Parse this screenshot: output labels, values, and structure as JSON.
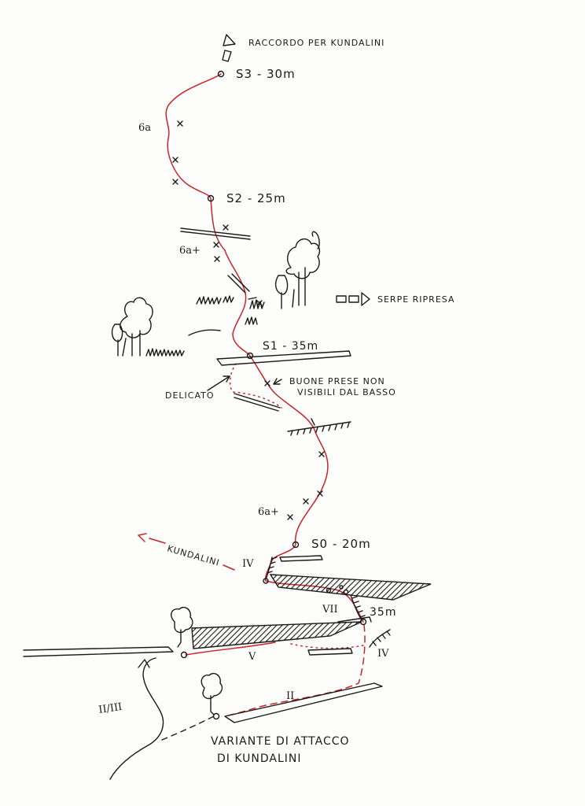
{
  "colors": {
    "ink": "#1a1a1a",
    "route": "#c8242b",
    "paper": "#fdfdfb"
  },
  "labels": {
    "link_kundalini": "RACCORDO PER KUNDALINI",
    "s3": "S3 - 30m",
    "s2": "S2 - 25m",
    "s1": "S1 - 35m",
    "s0": "S0 - 20m",
    "serpe": "SERPE RIPRESA",
    "buone_1": "BUONE PRESE NON",
    "buone_2": "VISIBILI DAL BASSO",
    "delicato": "DELICATO",
    "kundalini": "KUNDALINI",
    "anchor_35": "35m",
    "variante_1": "VARIANTE DI ATTACCO",
    "variante_2": "DI KUNDALINI"
  },
  "grades": {
    "p4": "6a",
    "p3": "6a+",
    "p1": "6a+",
    "g_iv_upper": "IV",
    "g_vii": "VII",
    "g_v": "V",
    "g_iv_right": "IV",
    "g_ii": "II",
    "g_ii_iii": "II/III"
  },
  "icons": [
    "arrow-up-icon",
    "arrow-right-icon",
    "arrow-left-icon",
    "tree-icon",
    "grass-icon",
    "belay-station-icon",
    "bolt-icon",
    "piton-icon"
  ]
}
